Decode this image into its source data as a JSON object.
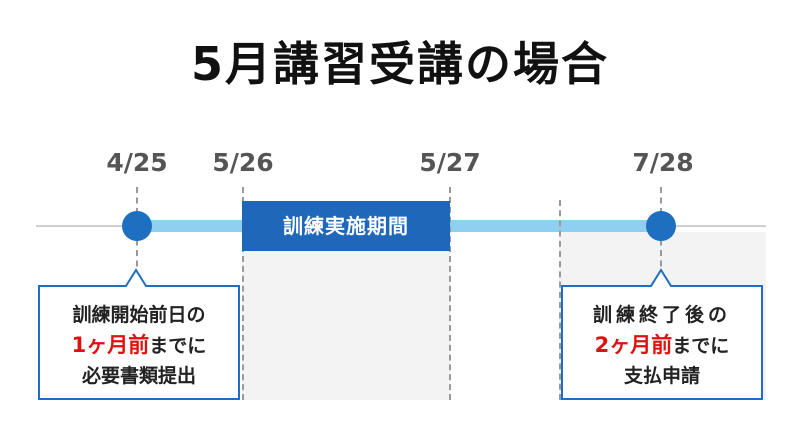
{
  "title": "5月講習受講の場合",
  "dates": [
    "4/25",
    "5/26",
    "5/27",
    "7/28"
  ],
  "period_label": "訓練実施期間",
  "callout_left": {
    "line1": "訓練開始前日の",
    "line2_red": "1ヶ月前",
    "line2_rest": "までに",
    "line3": "必要書類提出"
  },
  "callout_right": {
    "line1": "訓練終了後の",
    "line2_red": "2ヶ月前",
    "line2_rest": "までに",
    "line3": "支払申請"
  },
  "colors": {
    "accent": "#1e67b9",
    "highlight": "#e01010",
    "bar": "#8fd0f1"
  }
}
